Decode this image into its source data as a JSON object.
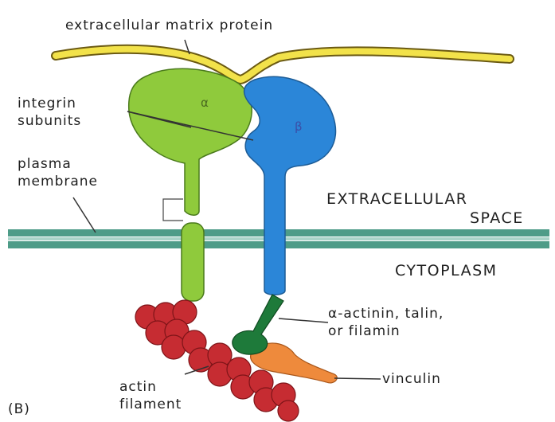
{
  "labels": {
    "ecm_protein": "extracellular matrix protein",
    "integrin_line1": "integrin",
    "integrin_line2": "subunits",
    "membrane_line1": "plasma",
    "membrane_line2": "membrane",
    "extracellular_line1": "EXTRACELLULAR",
    "extracellular_line2": "SPACE",
    "cytoplasm": "CYTOPLASM",
    "linker_line1": "α-actinin, talin,",
    "linker_line2": "or filamin",
    "vinculin": "vinculin",
    "actin_line1": "actin",
    "actin_line2": "filament",
    "panel": "(B)",
    "alpha": "α",
    "beta": "β"
  },
  "colors": {
    "ecm": "#f2e24a",
    "alpha_subunit": "#8fca3c",
    "beta_subunit": "#2b86d8",
    "membrane": "#4e9c88",
    "linker": "#1e7a3a",
    "vinculin": "#ee8a3c",
    "actin": "#c62c32"
  }
}
